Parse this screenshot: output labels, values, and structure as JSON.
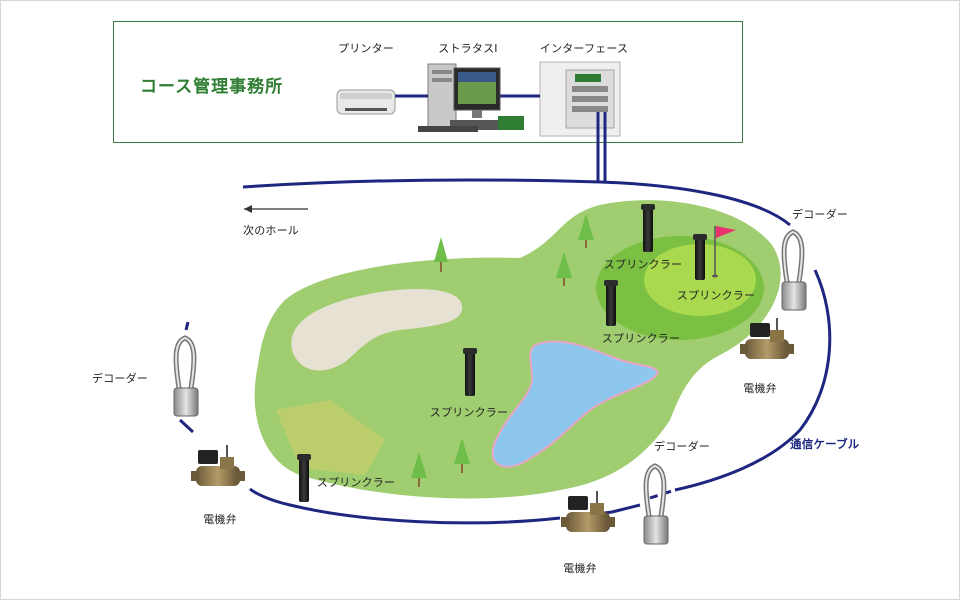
{
  "office": {
    "title": "コース管理事務所",
    "printer_label": "プリンター",
    "computer_label": "ストラタスⅠ",
    "interface_label": "インターフェース"
  },
  "next_hole_label": "次のホール",
  "cable_label": "通信ケーブル",
  "decoders": [
    "デコーダー",
    "デコーダー",
    "デコーダー"
  ],
  "valves": [
    "電機弁",
    "電機弁",
    "電機弁"
  ],
  "sprinklers": [
    "スプリンクラー",
    "スプリンクラー",
    "スプリンクラー",
    "スプリンクラー",
    "スプリンクラー"
  ],
  "colors": {
    "cable": "#1f2680",
    "fairway": "#9fcd70",
    "green": "#7cc043",
    "office_border": "#3b7a45",
    "office_title": "#2e7d32",
    "water": "#8ec7ee",
    "bunker": "#e6e1d2",
    "flag": "#e8336d",
    "tree": "#6fbe4a"
  }
}
